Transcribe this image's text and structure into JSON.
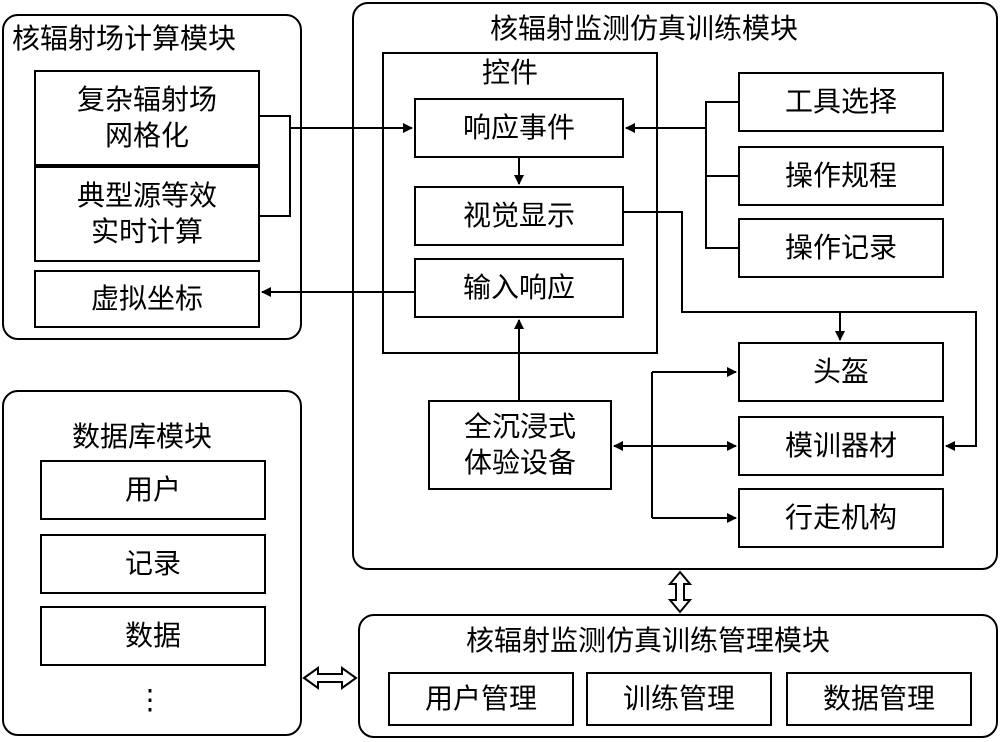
{
  "left_module": {
    "title": "核辐射场计算模块",
    "items": [
      "复杂辐射场\n网格化",
      "典型源等效\n实时计算",
      "虚拟坐标"
    ]
  },
  "sim_module": {
    "title": "核辐射监测仿真训练模块",
    "control_group": {
      "title": "控件",
      "items": [
        "响应事件",
        "视觉显示",
        "输入响应"
      ]
    },
    "tools": [
      "工具选择",
      "操作规程",
      "操作记录"
    ],
    "device": "全沉浸式\n体验设备",
    "equipment": [
      "头盔",
      "模训器材",
      "行走机构"
    ]
  },
  "db_module": {
    "title": "数据库模块",
    "items": [
      "用户",
      "记录",
      "数据",
      "⋮"
    ]
  },
  "mgmt_module": {
    "title": "核辐射监测仿真训练管理模块",
    "items": [
      "用户管理",
      "训练管理",
      "数据管理"
    ]
  }
}
